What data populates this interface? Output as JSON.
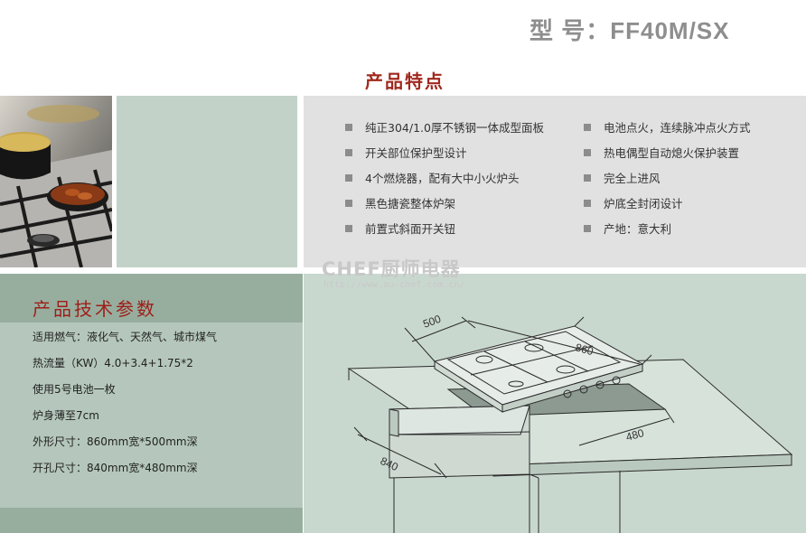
{
  "header": {
    "model": "型 号：FF40M/SX"
  },
  "features": {
    "title": "产品特点",
    "left": [
      "纯正304/1.0厚不锈钢一体成型面板",
      "开关部位保护型设计",
      "4个燃烧器，配有大中小火炉头",
      "黑色搪瓷整体炉架",
      "前置式斜面开关钮"
    ],
    "right": [
      "电池点火，连续脉冲点火方式",
      "热电偶型自动熄火保护装置",
      "完全上进风",
      "炉底全封闭设计",
      "产地：意大利"
    ]
  },
  "watermark": {
    "logo": "CHEF厨师电器",
    "url": "http://www.au-chef.com.cn/"
  },
  "specs": {
    "title": "产品技术参数",
    "rows": [
      "适用燃气：液化气、天然气、城市煤气",
      "热流量（KW）4.0+3.4+1.75*2",
      "使用5号电池一枚",
      "炉身薄至7cm",
      "外形尺寸：860mm宽*500mm深",
      "开孔尺寸：840mm宽*480mm深",
      ""
    ]
  },
  "diagram": {
    "dims": {
      "depth": "500",
      "width": "860",
      "cut_depth": "480",
      "cut_width": "840"
    }
  },
  "colors": {
    "title_red": "#a0281e",
    "spec_green_dark": "#97ae9f",
    "spec_green_light": "#b5c7bc",
    "diagram_bg": "#c9d8cf",
    "features_bg": "#e1e1e1"
  }
}
